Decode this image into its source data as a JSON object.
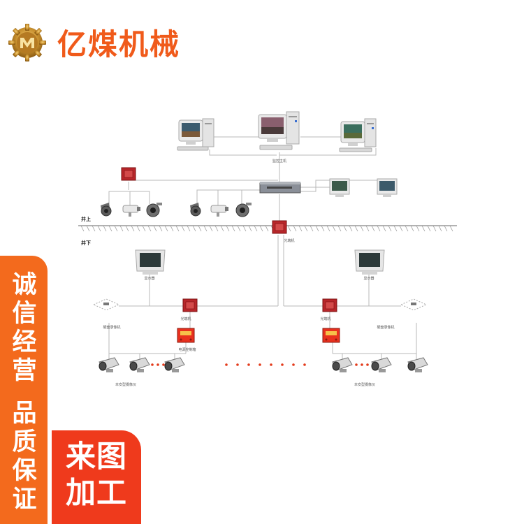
{
  "brand": {
    "name": "亿煤机械",
    "color": "#f05a1a"
  },
  "side_banner": {
    "line1": "诚信经营",
    "line2": "品质保证",
    "color": "#f36a1d"
  },
  "badge": {
    "line1": "来图",
    "line2": "加工",
    "color": "#ef3a1c"
  },
  "diagram": {
    "labels": {
      "main_pc": "监控主机",
      "above_ground": "井上",
      "below_ground": "井下",
      "optical_transceiver_top": "光端机",
      "monitor_left": "显示器",
      "monitor_right": "显示器",
      "transceiver_left": "光端机",
      "transceiver_right": "光端机",
      "recorder_left": "硬盘录像机",
      "recorder_right": "硬盘录像机",
      "power_box": "电源控制箱",
      "camera_group_left": "本安型摄像仪",
      "camera_group_right": "本安型摄像仪"
    },
    "icons": [
      "computer-icon",
      "network-switch-icon",
      "monitor-icon",
      "dome-camera-icon",
      "bullet-camera-icon",
      "optical-transceiver-icon",
      "power-box-icon",
      "explosion-proof-camera-icon"
    ]
  }
}
